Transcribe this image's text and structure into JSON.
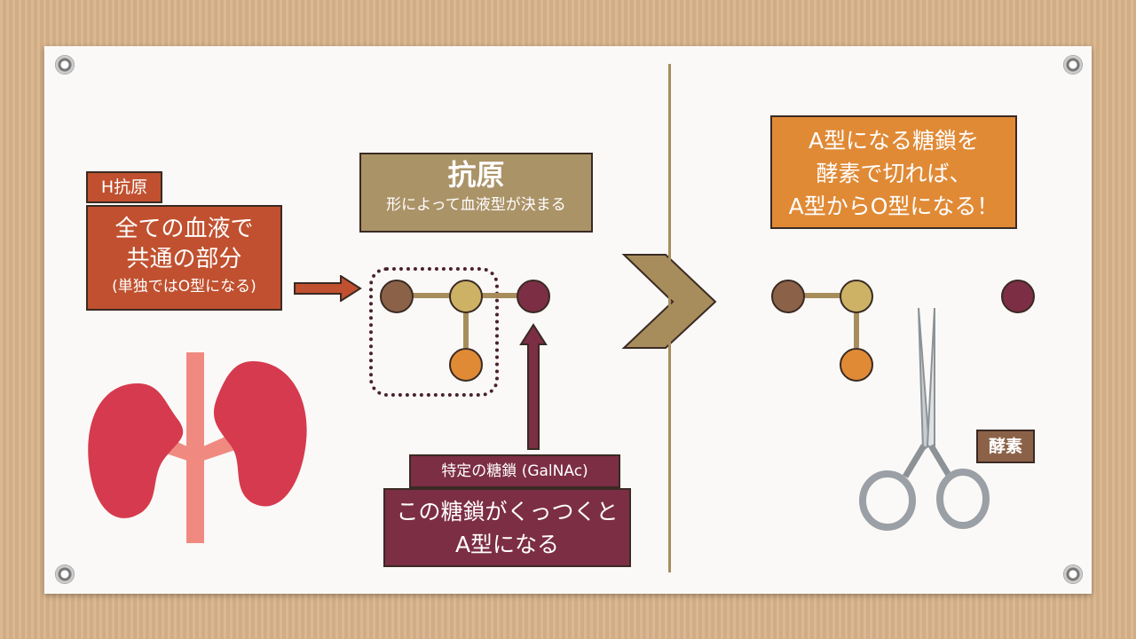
{
  "h_antigen": {
    "tag": "H抗原",
    "line1": "全ての血液で",
    "line2": "共通の部分",
    "line3": "(単独ではO型になる)"
  },
  "antigen": {
    "title": "抗原",
    "subtitle": "形によって血液型が決まる"
  },
  "galnac": {
    "tag": "特定の糖鎖 (GalNAc)",
    "line1": "この糖鎖がくっつくと",
    "line2": "A型になる"
  },
  "result": {
    "line1": "A型になる糖鎖を",
    "line2": "酵素で切れば、",
    "line3": "A型からO型になる！"
  },
  "enzyme": {
    "label": "酵素"
  },
  "colors": {
    "red": "#c0502f",
    "maroon": "#7c2e45",
    "tan": "#ab9368",
    "orange": "#e08a36",
    "brown": "#8b6248",
    "gold": "#cdb266"
  }
}
